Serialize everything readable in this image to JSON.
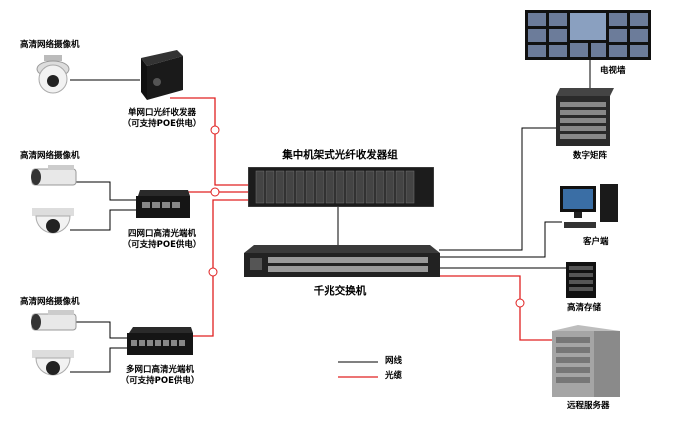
{
  "labels": {
    "camera_top": "高清网络摄像机",
    "camera_mid": "高清网络摄像机",
    "camera_bot": "高清网络摄像机",
    "single_port_line1": "单网口光纤收发器",
    "single_port_line2": "（可支持POE供电）",
    "four_port_line1": "四网口高清光端机",
    "four_port_line2": "（可支持POE供电）",
    "multi_port_line1": "多网口高清光端机",
    "multi_port_line2": "（可支持POE供电）",
    "rack": "集中机架式光纤收发器组",
    "switch": "千兆交换机",
    "tv_wall": "电视墙",
    "matrix": "数字矩阵",
    "client": "客户端",
    "storage": "高清存储",
    "server": "远程服务器"
  },
  "legend": [
    {
      "label": "网线",
      "color": "#000000"
    },
    {
      "label": "光缆",
      "color": "#e02020"
    }
  ],
  "colors": {
    "network_line": "#000000",
    "fiber_line": "#e02020"
  }
}
